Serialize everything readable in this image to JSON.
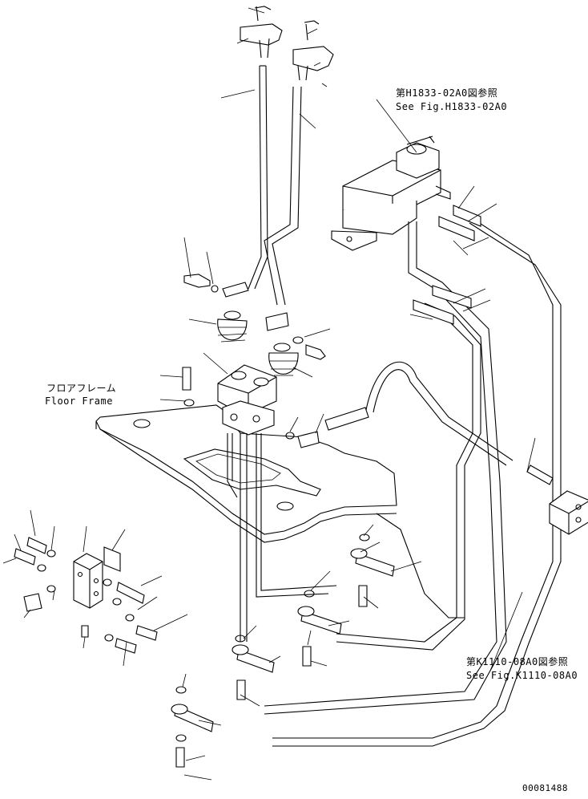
{
  "labels": {
    "ref_top_jp": "第H1833-02A0図参照",
    "ref_top_en": "See Fig.H1833-02A0",
    "floor_jp": "フロアフレーム",
    "floor_en": "Floor Frame",
    "ref_bottom_jp": "第K1110-08A0図参照",
    "ref_bottom_en": "See Fig.K1110-08A0",
    "drawing_no": "00081488"
  },
  "colors": {
    "ink": "#000000",
    "paper": "#ffffff"
  }
}
